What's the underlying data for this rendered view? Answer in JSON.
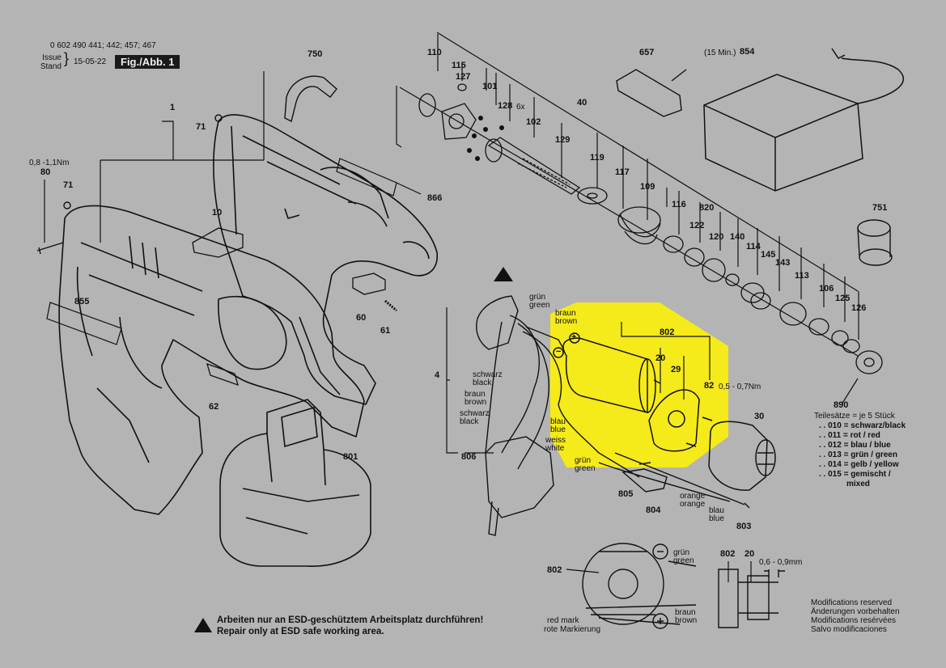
{
  "header": {
    "part_numbers": "0 602 490 441; 442; 457; 467",
    "issue_label": "Issue",
    "stand_label": "Stand",
    "date": "15-05-22",
    "figure_label": "Fig./Abb. 1"
  },
  "callouts": {
    "c1": "1",
    "c71a": "71",
    "c71b": "71",
    "c80": "80",
    "c80_torque": "0,8 -1,1Nm",
    "c10": "10",
    "c750": "750",
    "c866": "866",
    "c855": "855",
    "c60": "60",
    "c61": "61",
    "c62": "62",
    "c801": "801",
    "c110": "110",
    "c115": "115",
    "c127": "127",
    "c101": "101",
    "c128": "128",
    "c128_qty": "6x",
    "c102": "102",
    "c129": "129",
    "c40": "40",
    "c119": "119",
    "c117": "117",
    "c109": "109",
    "c116": "116",
    "c820": "820",
    "c122": "122",
    "c120": "120",
    "c140": "140",
    "c114": "114",
    "c145": "145",
    "c143": "143",
    "c113": "113",
    "c106": "106",
    "c125": "125",
    "c126": "126",
    "c890": "890",
    "c657": "657",
    "c854": "854",
    "c854_note": "(15 Min.)",
    "c751": "751",
    "c4": "4",
    "c806": "806",
    "c802": "802",
    "c20": "20",
    "c29": "29",
    "c82": "82",
    "c82_torque": "0,5 - 0,7Nm",
    "c30": "30",
    "c805": "805",
    "c804": "804",
    "c803": "803",
    "c802b": "802",
    "c802c": "802",
    "c20b": "20",
    "gap": "0,6 - 0,9mm"
  },
  "wires": {
    "gruen_top": "grün",
    "green_top": "green",
    "braun_top": "braun",
    "brown_top": "brown",
    "schwarz1": "schwarz",
    "black1": "black",
    "braun2": "braun",
    "brown2": "brown",
    "schwarz3": "schwarz",
    "black3": "black",
    "blau1": "blau",
    "blue1": "blue",
    "weiss": "weiss",
    "white": "white",
    "gruen2": "grün",
    "green2": "green",
    "orange1": "orange",
    "orange2": "orange",
    "blau2": "blau",
    "blue2": "blue",
    "gruen_det": "grün",
    "green_det": "green",
    "braun_det": "braun",
    "brown_det": "brown",
    "red_mark": "red mark",
    "rote_mark": "rote Markierung"
  },
  "color_key": {
    "title": "Teilesätze = je 5 Stück",
    "rows": [
      ". . 010 = schwarz/black",
      ". . 011 = rot / red",
      ". . 012 = blau / blue",
      ". . 013 = grün / green",
      ". . 014 = gelb / yellow",
      ". . 015 = gemischt /"
    ],
    "mixed": "mixed"
  },
  "esd": {
    "de": "Arbeiten nur an ESD-geschütztem Arbeitsplatz durchführen!",
    "en": "Repair only at ESD safe working area."
  },
  "modifications": [
    "Modifications reserved",
    "Änderungen vorbehalten",
    "Modifications resérvées",
    "Salvo modificaciones"
  ],
  "colors": {
    "background": "#b4b4b4",
    "highlight": "#f5ea1a",
    "ink": "#111111"
  }
}
